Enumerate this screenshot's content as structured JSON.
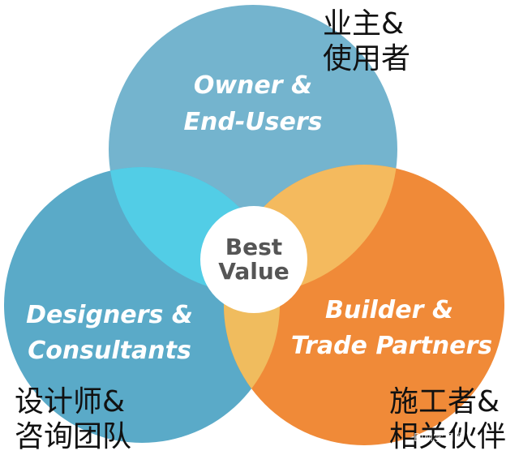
{
  "diagram": {
    "colors": {
      "owner": "#74B4CE",
      "designers": "#5AAAC8",
      "builder": "#F08A38",
      "owner_designer_overlap": "#52CDE6",
      "owner_builder_overlap": "#F4BA5E",
      "designer_builder_overlap": "#F0BC5E",
      "center": "#ffffff"
    },
    "owner": {
      "line1": "Owner &",
      "line2": "End-Users"
    },
    "designers": {
      "line1": "Designers &",
      "line2": "Consultants"
    },
    "builder": {
      "line1": "Builder &",
      "line2": "Trade Partners"
    },
    "center": {
      "line1": "Best",
      "line2": "Value"
    }
  },
  "annotations": {
    "owner": {
      "line1": "业主&",
      "line2": "使用者"
    },
    "designers": {
      "line1": "设计师&",
      "line2": "咨询团队"
    },
    "builder": {
      "line1": "施工者&",
      "line2": "相关伙伴"
    }
  },
  "watermark": {
    "text": "BIM学习网"
  }
}
